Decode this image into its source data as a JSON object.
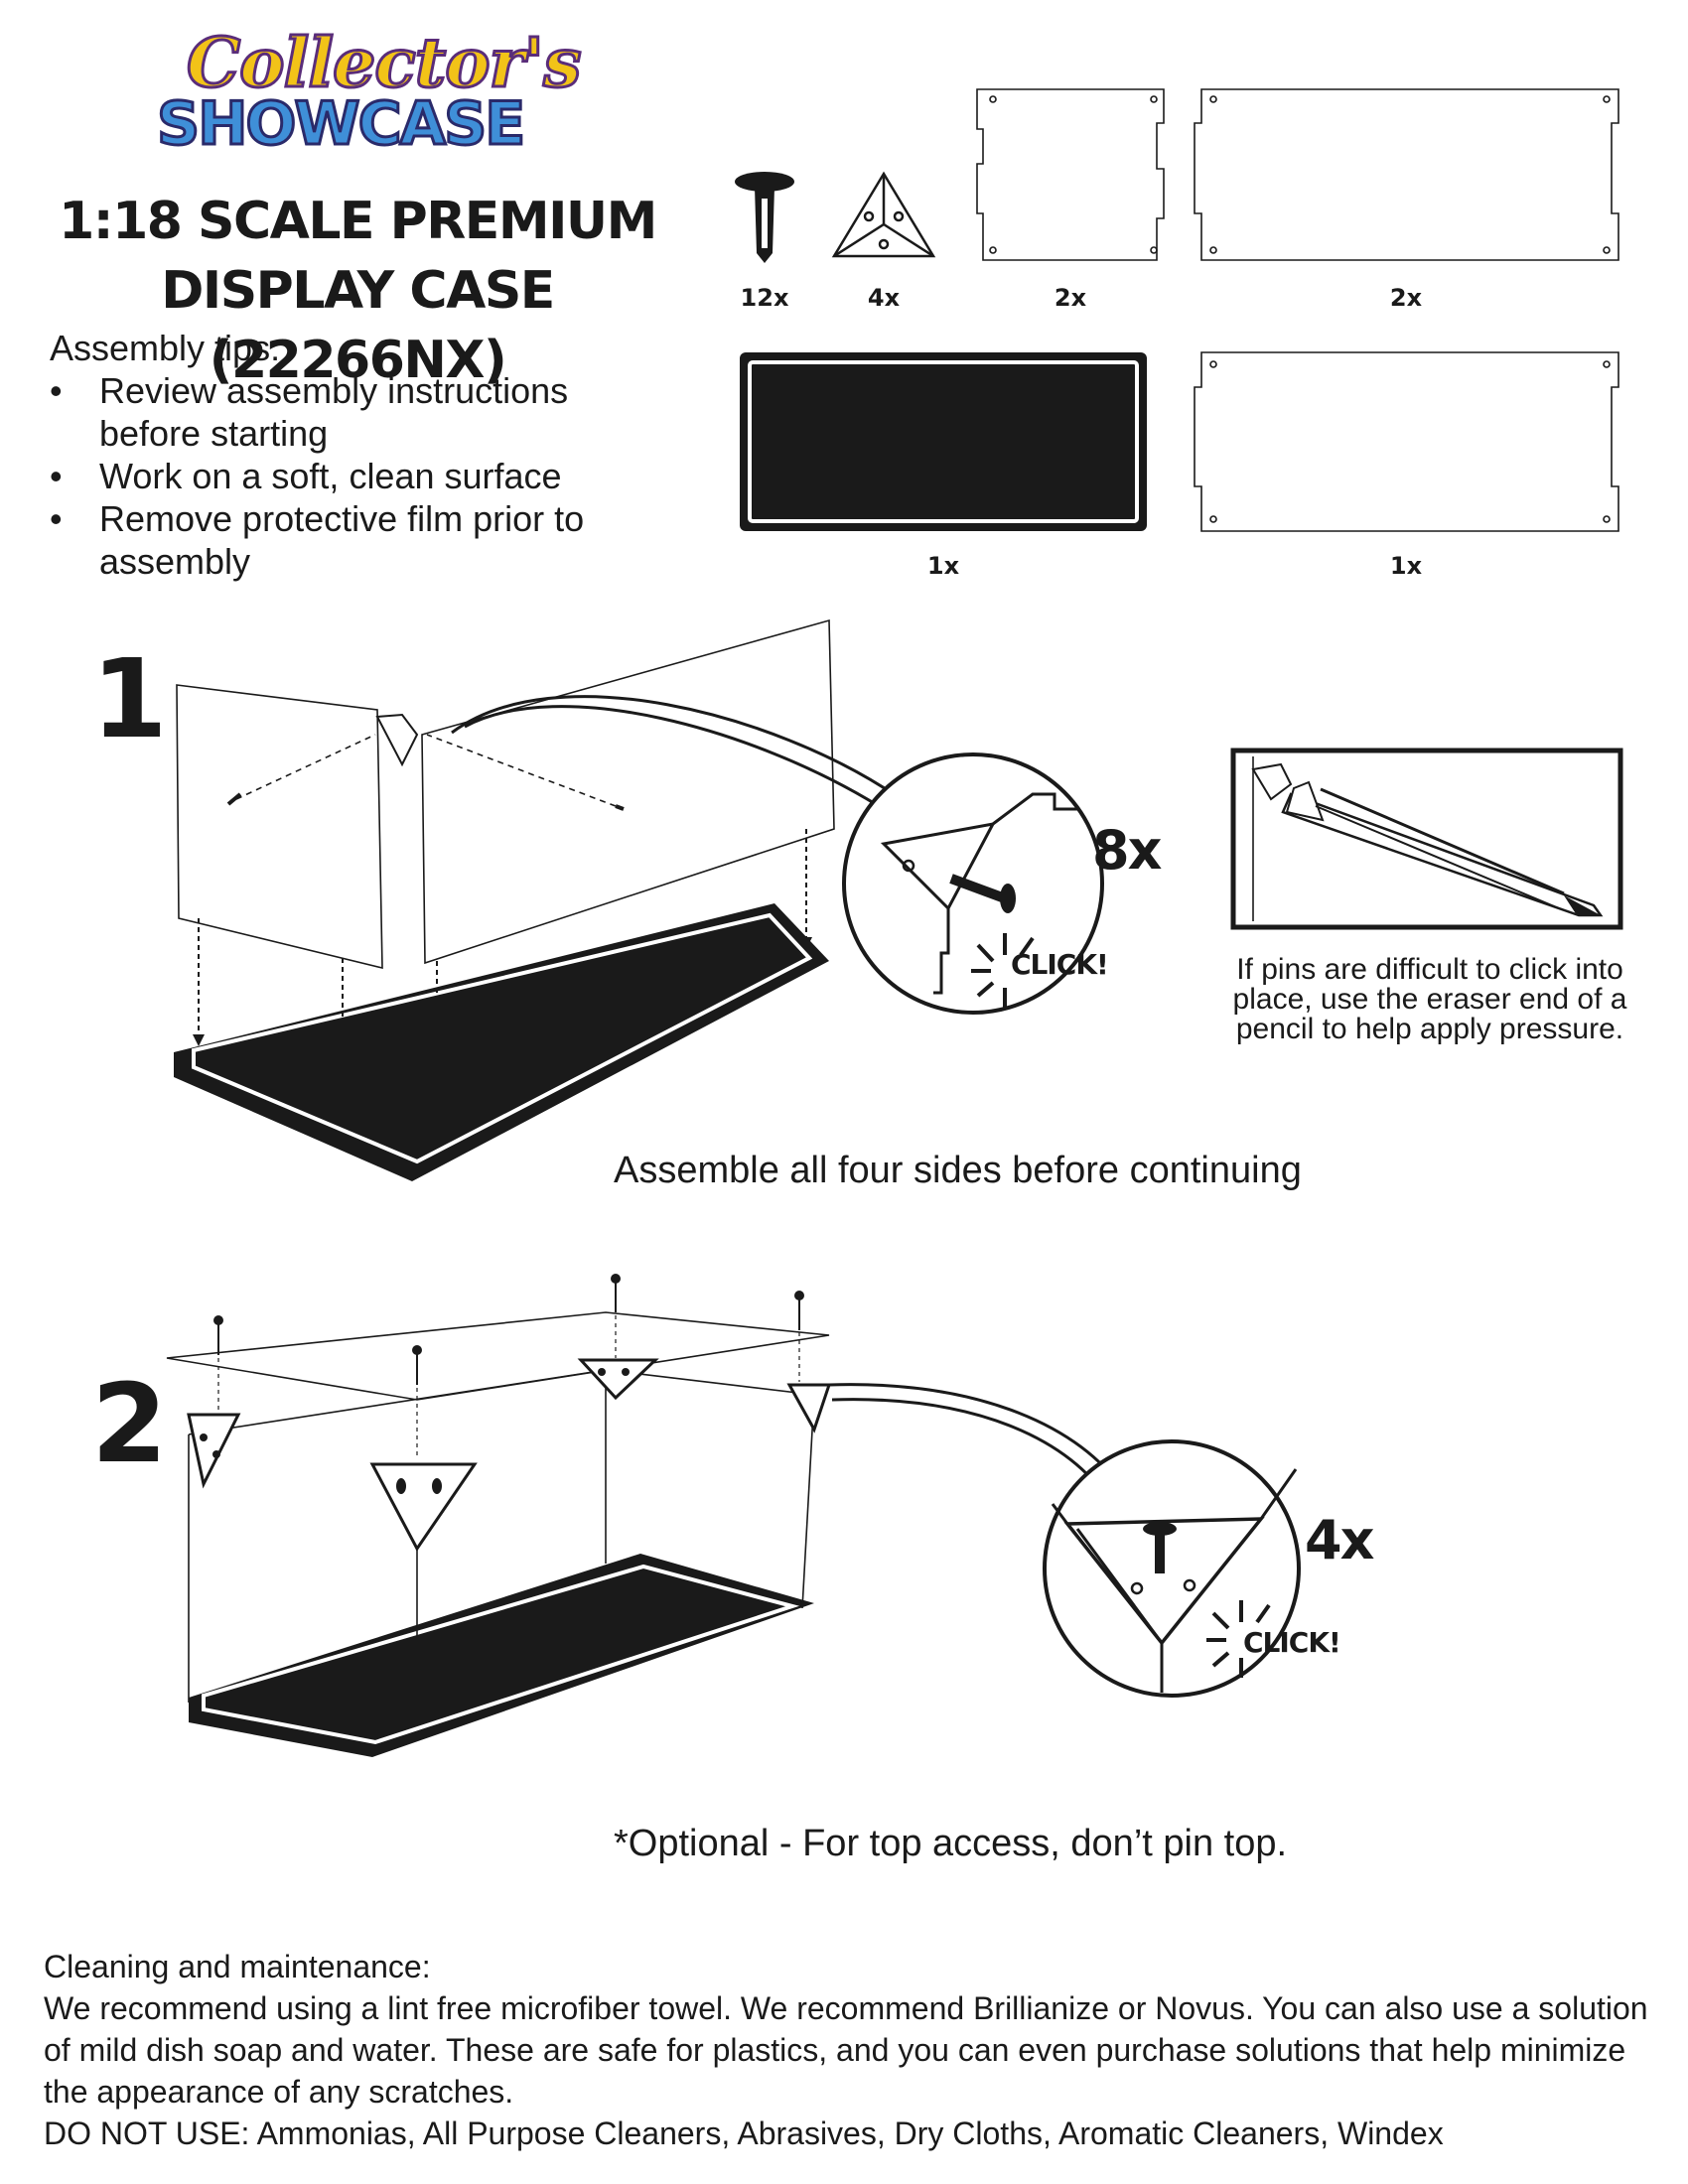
{
  "logo": {
    "line1": "Collector's",
    "line2": "SHOWCASE"
  },
  "title": {
    "line1": "1:18 SCALE PREMIUM",
    "line2": "DISPLAY CASE (22266NX)"
  },
  "tips": {
    "heading": "Assembly tips:",
    "items": [
      "Review assembly instructions before starting",
      "Work on a soft, clean surface",
      "Remove protective film prior to assembly"
    ]
  },
  "parts": [
    {
      "name": "pin",
      "qty": "12x"
    },
    {
      "name": "corner",
      "qty": "4x"
    },
    {
      "name": "side-panel",
      "qty": "2x"
    },
    {
      "name": "long-panel",
      "qty": "2x"
    },
    {
      "name": "base",
      "qty": "1x"
    },
    {
      "name": "top-panel",
      "qty": "1x"
    }
  ],
  "step1": {
    "number": "1",
    "count": "8x",
    "click": "CLICK!",
    "tip": "If pins are difficult to click into place, use the eraser end of a pencil to help apply pressure.",
    "caption": "Assemble all four sides before continuing"
  },
  "step2": {
    "number": "2",
    "count": "4x",
    "click": "CLICK!",
    "caption": "*Optional - For top access, don’t pin top."
  },
  "cleaning": {
    "heading": "Cleaning and maintenance:",
    "body": "We recommend using a lint free microfiber towel. We recommend Brillianize or Novus. You can also use a solution of mild dish soap and water. These are safe for plastics, and you can even purchase solutions that help minimize the appearance of any scratches.",
    "warning": "DO NOT USE: Ammonias, All Purpose Cleaners, Abrasives, Dry Cloths, Aromatic Cleaners, Windex"
  },
  "icons": [
    "pin-icon",
    "corner-icon",
    "pencil-icon"
  ],
  "colors": {
    "ink": "#1a1a1a",
    "logo_gold": "#f2c318",
    "logo_blue": "#3f8fd8",
    "logo_outline": "#5a2d7a"
  }
}
